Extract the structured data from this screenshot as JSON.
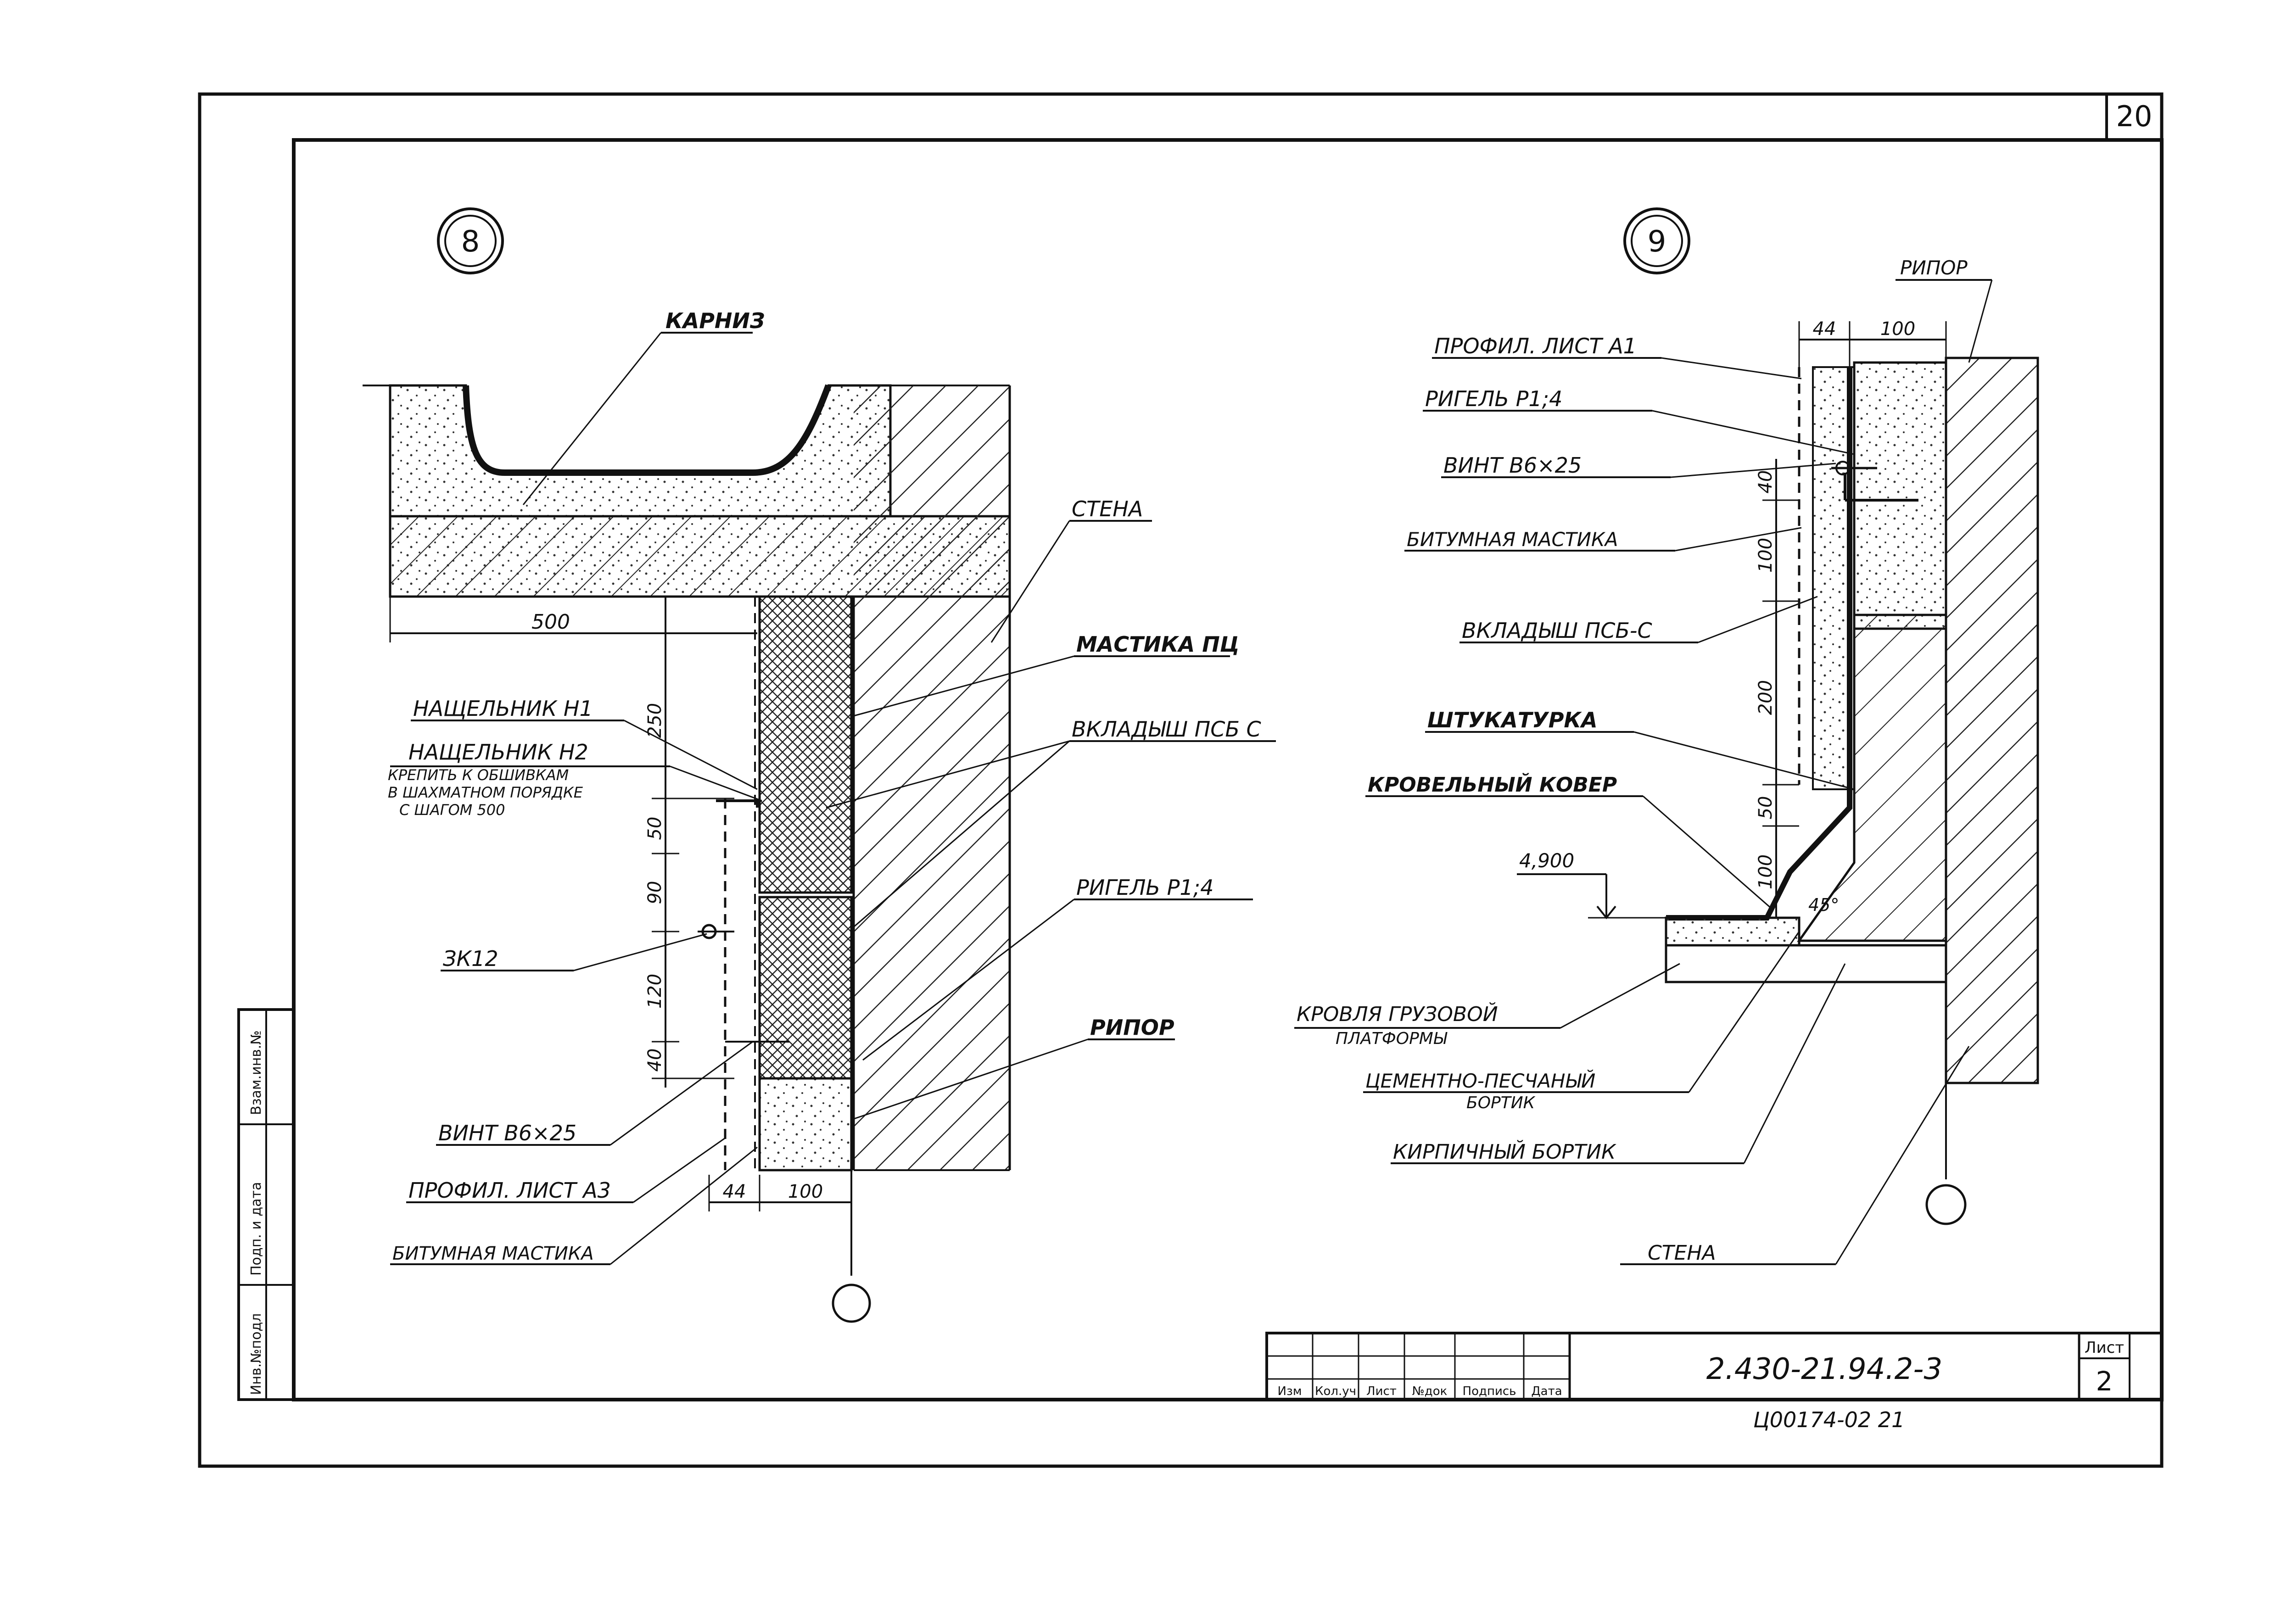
{
  "sheet": {
    "page_number": "20",
    "code": "2.430-21.94.2-3",
    "sheet_label": "Лист",
    "sheet_number": "2",
    "archive_no": "Ц00174-02   21",
    "title_cols": [
      "Изм",
      "Кол.уч",
      "Лист",
      "№док",
      "Подпись",
      "Дата"
    ],
    "side_stamp": [
      "Взам.инв.№",
      "Подп. и дата",
      "Инв.№подл"
    ]
  },
  "detail8": {
    "number": "8",
    "labels": {
      "karniz": "КАРНИЗ",
      "stena": "СТЕНА",
      "mastika_pc": "МАСТИКА ПЦ",
      "nashelnik_n1": "НАЩЕЛЬНИК Н1",
      "nashelnik_n2": "НАЩЕЛЬНИК Н2",
      "note1": "КРЕПИТЬ К ОБШИВКАМ",
      "note2": "В ШАХМАТНОМ ПОРЯДКЕ",
      "note3": "С ШАГОМ 500",
      "vkladysh": "ВКЛАДЫШ ПСБ С",
      "zk12": "ЗК12",
      "rigel": "РИГЕЛЬ Р1;4",
      "ripor": "РИПОР",
      "vint": "ВИНТ В6×25",
      "profil": "ПРОФИЛ. ЛИСТ А3",
      "bitum": "БИТУМНАЯ МАСТИКА"
    },
    "dims": {
      "d500": "500",
      "d250": "250",
      "d50": "50",
      "d90": "90",
      "d120": "120",
      "d40": "40",
      "d44": "44",
      "d100": "100"
    }
  },
  "detail9": {
    "number": "9",
    "labels": {
      "ripor": "РИПОР",
      "profil": "ПРОФИЛ. ЛИСТ А1",
      "rigel": "РИГЕЛЬ Р1;4",
      "vint": "ВИНТ В6×25",
      "bitum": "БИТУМНАЯ МАСТИКА",
      "vkladysh": "ВКЛАДЫШ ПСБ-С",
      "shtukaturka": "ШТУКАТУРКА",
      "kover": "КРОВЕЛЬНЫЙ КОВЕР",
      "level": "4,900",
      "krovlya1": "КРОВЛЯ ГРУЗОВОЙ",
      "krovlya2": "ПЛАТФОРМЫ",
      "cem1": "ЦЕМЕНТНО-ПЕСЧАНЫЙ",
      "cem2": "БОРТИК",
      "kirpich": "КИРПИЧНЫЙ БОРТИК",
      "stena": "СТЕНА",
      "angle": "45°"
    },
    "dims": {
      "d44": "44",
      "d100": "100",
      "d40": "40",
      "d100b": "100",
      "d200": "200",
      "d50": "50",
      "d100c": "100"
    }
  }
}
